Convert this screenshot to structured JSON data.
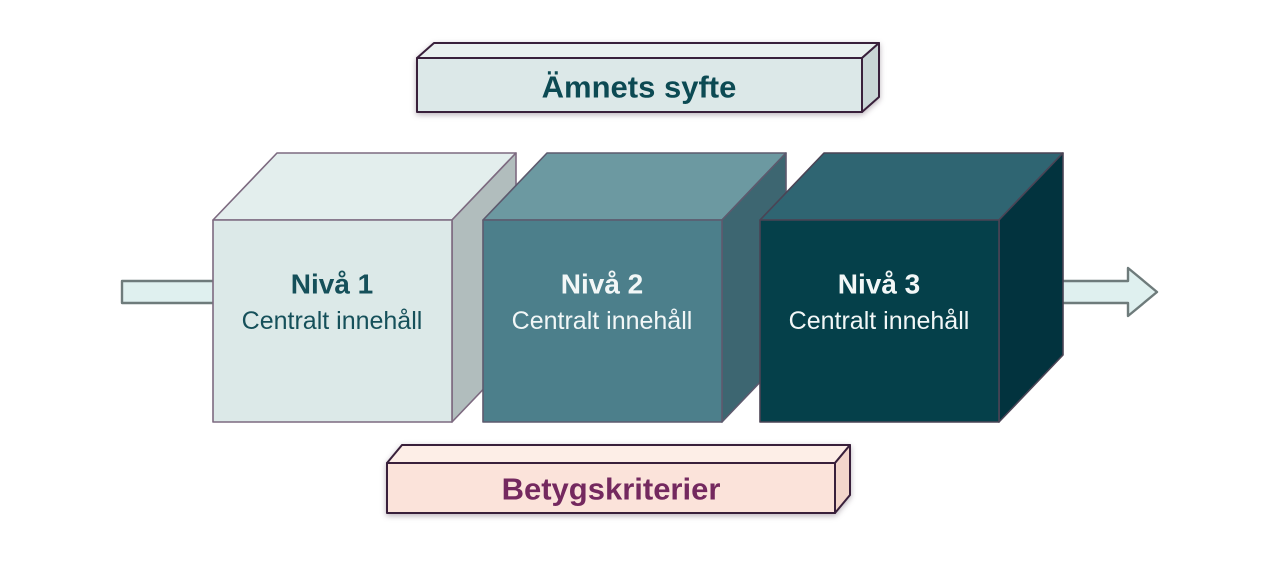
{
  "diagram": {
    "top_bar": {
      "label": "Ämnets syfte"
    },
    "bottom_bar": {
      "label": "Betygskriterier"
    },
    "cubes": [
      {
        "title": "Nivå 1",
        "subtitle": "Centralt innehåll"
      },
      {
        "title": "Nivå 2",
        "subtitle": "Centralt innehåll"
      },
      {
        "title": "Nivå 3",
        "subtitle": "Centralt innehåll"
      }
    ]
  },
  "colors": {
    "background": "#ffffff",
    "top_bar": {
      "front": "#dce8e8",
      "top": "#e9f0ef",
      "side": "#c9d6d6",
      "stroke": "#39203b",
      "text": "#0c4a53"
    },
    "bottom_bar": {
      "front": "#fbe3da",
      "top": "#fdeee7",
      "side": "#f3d6cb",
      "stroke": "#39203b",
      "text": "#74295f"
    },
    "cube1": {
      "front": "#dce9e8",
      "top": "#e3eeed",
      "side": "#b1bdbd",
      "stroke": "#7d6a80",
      "text": "#15505a"
    },
    "cube2": {
      "front": "#4c7f8b",
      "top": "#6c99a1",
      "side": "#3d6671",
      "stroke": "#5d5a6e",
      "text": "#f2f7f7"
    },
    "cube3": {
      "front": "#05404a",
      "top": "#2f6572",
      "side": "#02333e",
      "stroke": "#4a4455",
      "text": "#f2f7f7"
    },
    "arrow": {
      "fill": "#dff0ef",
      "stroke": "#6e7b7b"
    }
  }
}
